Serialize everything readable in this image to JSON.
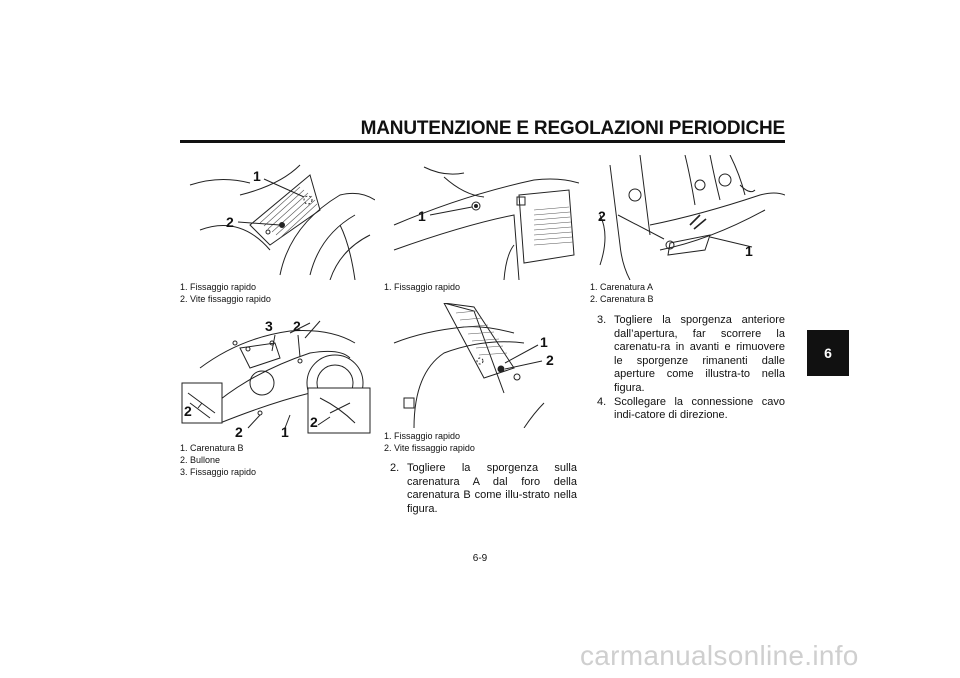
{
  "header": {
    "title": "MANUTENZIONE E REGOLAZIONI PERIODICHE",
    "chapter_tab": "6"
  },
  "figures": {
    "fig1": {
      "callouts": [
        "1",
        "2"
      ],
      "captions": [
        "1.  Fissaggio rapido",
        "2.  Vite fissaggio rapido"
      ]
    },
    "fig2": {
      "callouts": [
        "3",
        "2",
        "2",
        "2",
        "1",
        "2"
      ],
      "captions": [
        "1.  Carenatura B",
        "2.  Bullone",
        "3.  Fissaggio rapido"
      ]
    },
    "fig3": {
      "callouts": [
        "1"
      ],
      "captions": [
        "1.  Fissaggio rapido"
      ]
    },
    "fig4": {
      "callouts": [
        "1",
        "2"
      ],
      "captions": [
        "1.  Fissaggio rapido",
        "2.  Vite fissaggio rapido"
      ]
    },
    "fig5": {
      "callouts": [
        "2",
        "1"
      ],
      "captions": [
        "1.  Carenatura A",
        "2.  Carenatura B"
      ]
    }
  },
  "steps_middle": [
    {
      "num": "2.",
      "text": "Togliere la sporgenza sulla carenatura A dal foro della carenatura B come illu-strato nella figura."
    }
  ],
  "steps_right": [
    {
      "num": "3.",
      "text": "Togliere la sporgenza anteriore dall’apertura, far scorrere la carenatu-ra in avanti e rimuovere le sporgenze rimanenti dalle aperture come illustra-to nella figura."
    },
    {
      "num": "4.",
      "text": "Scollegare la connessione cavo indi-catore di direzione."
    }
  ],
  "footer": {
    "page_number": "6-9",
    "watermark": "carmanualsonline.info"
  }
}
